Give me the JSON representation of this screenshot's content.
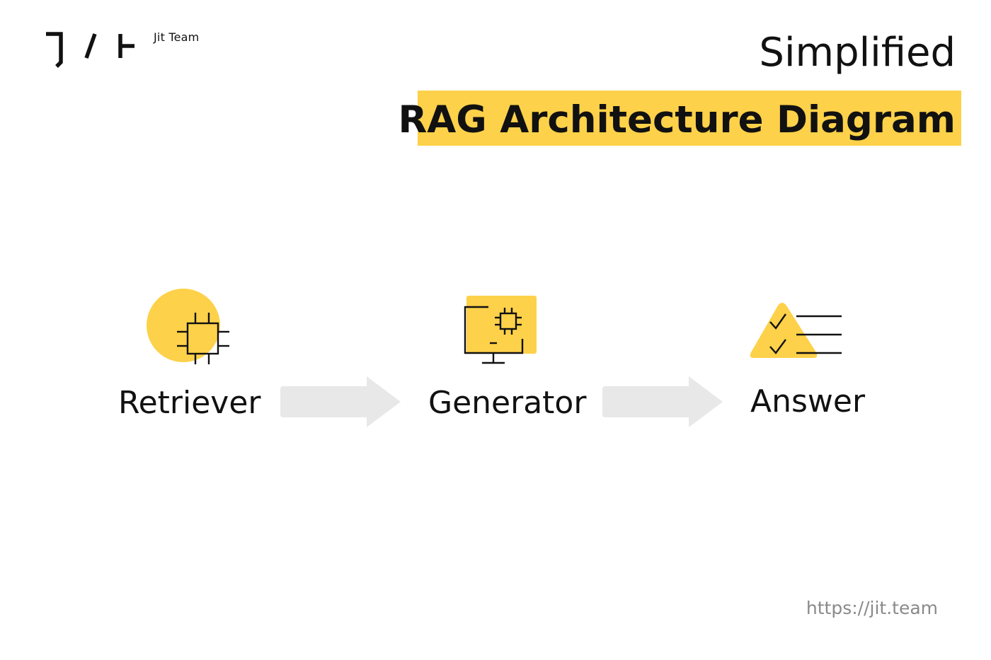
{
  "brand": {
    "logo_icon": "jit-logo-icon",
    "name": "Jit Team"
  },
  "header": {
    "subtitle": "Simplified",
    "title": "RAG Architecture Diagram",
    "highlight_color": "#fdd149"
  },
  "diagram": {
    "stages": [
      {
        "label": "Retriever",
        "icon": "cpu-chip-icon"
      },
      {
        "label": "Generator",
        "icon": "monitor-chip-icon"
      },
      {
        "label": "Answer",
        "icon": "checklist-icon"
      }
    ],
    "connectors": [
      {
        "from": "Retriever",
        "to": "Generator",
        "icon": "arrow-right-icon"
      },
      {
        "from": "Generator",
        "to": "Answer",
        "icon": "arrow-right-icon"
      }
    ],
    "accent_color": "#fdd149",
    "arrow_color": "#e8e8e8"
  },
  "footer": {
    "url": "https://jit.team"
  }
}
